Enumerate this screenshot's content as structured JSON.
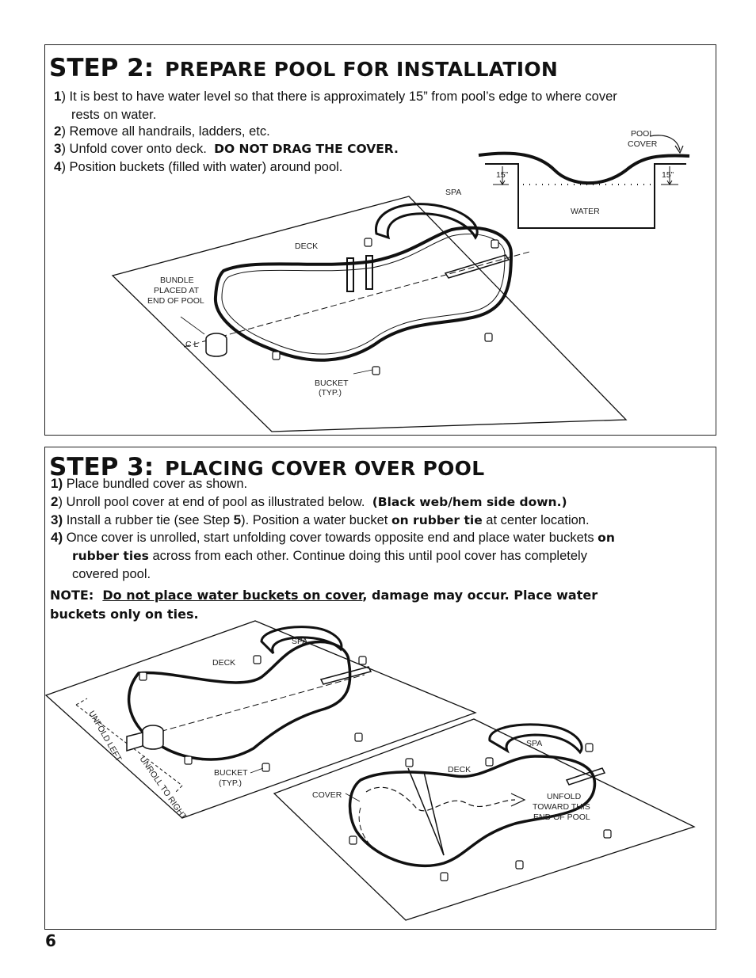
{
  "step2": {
    "num": "STEP 2:",
    "title": "PREPARE POOL FOR INSTALLATION",
    "items": [
      {
        "num": "1",
        "text": ") It is best to have water level so that there is approximately 15” from pool’s edge to where cover",
        "text2": "rests on water."
      },
      {
        "num": "2",
        "text": ") Remove all handrails, ladders, etc."
      },
      {
        "num": "3",
        "text": ") Unfold cover onto deck.",
        "bold": "DO NOT DRAG THE COVER."
      },
      {
        "num": "4",
        "text": ") Position buckets (filled with water) around pool."
      }
    ],
    "diagram": {
      "pool_cover": "POOL",
      "pool_cover2": "COVER",
      "dim_left": "15”",
      "dim_right": "15”",
      "water": "WATER",
      "spa": "SPA",
      "deck": "DECK",
      "bundle1": "BUNDLE",
      "bundle2": "PLACED AT",
      "bundle3": "END OF POOL",
      "bucket1": "BUCKET",
      "bucket2": "(TYP.)",
      "cl": "C L"
    }
  },
  "step3": {
    "num": "STEP 3:",
    "title": "PLACING COVER OVER POOL",
    "items": [
      {
        "num": "1)",
        "text": " Place bundled cover as shown."
      },
      {
        "num": "2",
        "text": ") Unroll pool cover at end of pool as illustrated below.",
        "bold": "(Black web/hem side down.)"
      },
      {
        "num": "3)",
        "text": " Install a rubber tie (see Step ",
        "step": "5",
        "text_b": ").  Position a water bucket ",
        "bold": "on rubber tie",
        "text_c": " at center location."
      },
      {
        "num": "4)",
        "text": " Once cover is unrolled, start unfolding cover towards opposite end and place water buckets ",
        "bold": "on",
        "bold2": "rubber ties",
        "text2": " across from each other.  Continue doing this until pool cover has completely",
        "text3": "covered pool."
      }
    ],
    "note_label": "NOTE:",
    "note_underline": "Do not place water buckets on cover",
    "note_rest": ", damage may occur.  Place water",
    "note_rest2": "buckets only on ties.",
    "diagram": {
      "spa_a": "SPA",
      "deck_a": "DECK",
      "unfold_left": "UNFOLD LEFT",
      "unroll_right": "UNROLL TO RIGHT",
      "bucket1": "BUCKET",
      "bucket2": "(TYP.)",
      "spa_b": "SPA",
      "deck_b": "DECK",
      "cover": "COVER",
      "unfold1": "UNFOLD",
      "unfold2": "TOWARD THIS",
      "unfold3": "END OF POOL"
    }
  },
  "page_number": "6"
}
